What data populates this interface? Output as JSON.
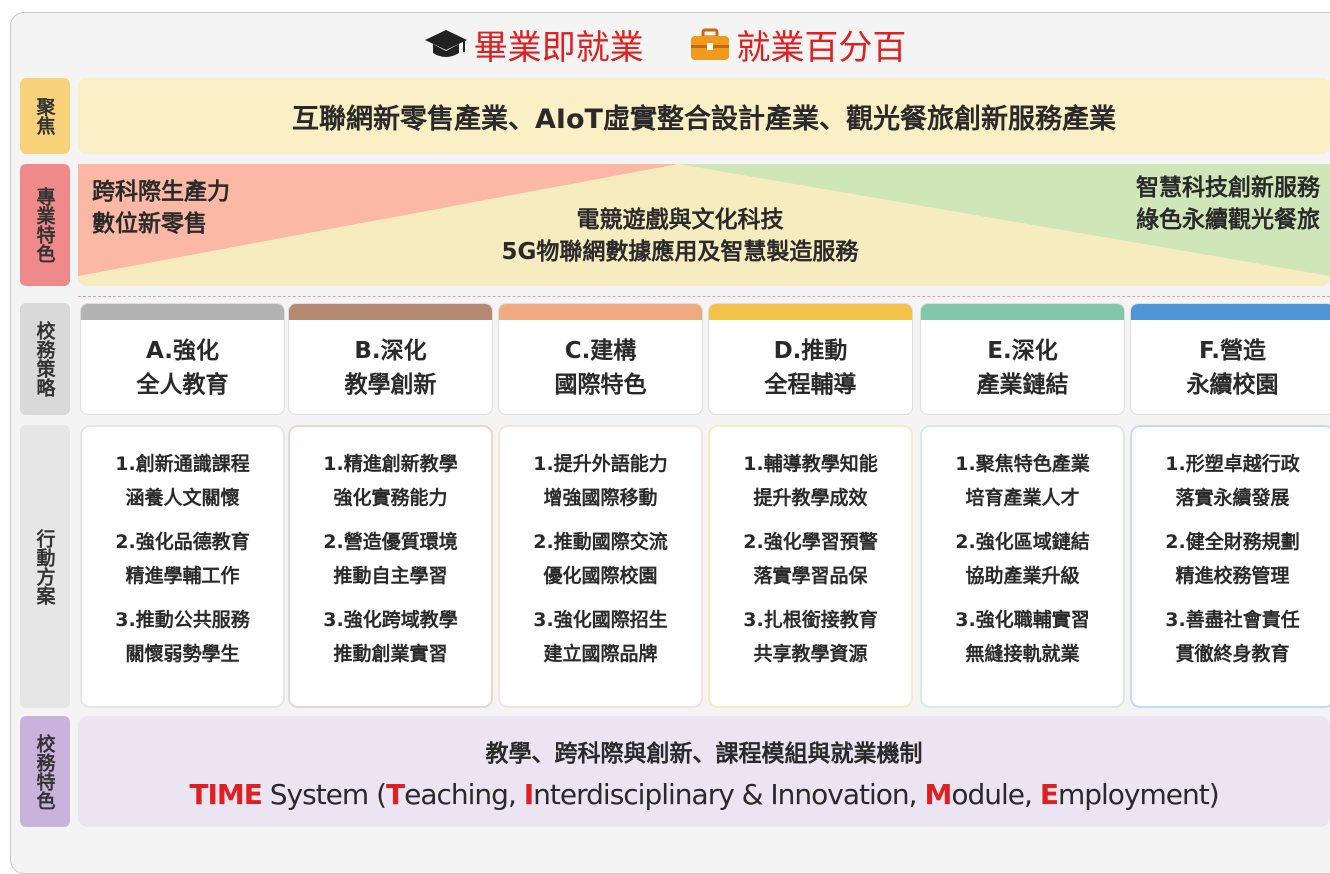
{
  "header": {
    "left": "畢業即就業",
    "right": "就業百分百"
  },
  "focus": {
    "label": "聚焦",
    "text": "互聯網新零售產業、AIoT虛實整合設計產業、觀光餐旅創新服務產業"
  },
  "features": {
    "label": "專業特色",
    "left_line1": "跨科際生產力",
    "left_line2": "數位新零售",
    "center_line1": "電競遊戲與文化科技",
    "center_line2": "5G物聯網數據應用及智慧製造服務",
    "right_line1": "智慧科技創新服務",
    "right_line2": "綠色永續觀光餐旅"
  },
  "strategy_label": "校務策略",
  "action_label": "行動方案",
  "columns": [
    {
      "title1": "A.強化",
      "title2": "全人教育",
      "color": "#b3b3b3",
      "items": [
        [
          "1.創新通識課程",
          "涵養人文關懷"
        ],
        [
          "2.強化品德教育",
          "精進學輔工作"
        ],
        [
          "3.推動公共服務",
          "關懷弱勢學生"
        ]
      ]
    },
    {
      "title1": "B.深化",
      "title2": "教學創新",
      "color": "#b58a73",
      "items": [
        [
          "1.精進創新教學",
          "強化實務能力"
        ],
        [
          "2.營造優質環境",
          "推動自主學習"
        ],
        [
          "3.強化跨域教學",
          "推動創業實習"
        ]
      ]
    },
    {
      "title1": "C.建構",
      "title2": "國際特色",
      "color": "#efaa80",
      "items": [
        [
          "1.提升外語能力",
          "增強國際移動"
        ],
        [
          "2.推動國際交流",
          "優化國際校園"
        ],
        [
          "3.強化國際招生",
          "建立國際品牌"
        ]
      ]
    },
    {
      "title1": "D.推動",
      "title2": "全程輔導",
      "color": "#f2c24a",
      "items": [
        [
          "1.輔導教學知能",
          "提升教學成效"
        ],
        [
          "2.強化學習預警",
          "落實學習品保"
        ],
        [
          "3.扎根銜接教育",
          "共享教學資源"
        ]
      ]
    },
    {
      "title1": "E.深化",
      "title2": "產業鏈結",
      "color": "#84c7a8",
      "items": [
        [
          "1.聚焦特色產業",
          "培育產業人才"
        ],
        [
          "2.強化區域鏈結",
          "協助產業升級"
        ],
        [
          "3.強化職輔實習",
          "無縫接軌就業"
        ]
      ]
    },
    {
      "title1": "F.營造",
      "title2": "永續校園",
      "color": "#4f96d6",
      "items": [
        [
          "1.形塑卓越行政",
          "落實永續發展"
        ],
        [
          "2.健全財務規劃",
          "精進校務管理"
        ],
        [
          "3.善盡社會責任",
          "貫徹終身教育"
        ]
      ]
    }
  ],
  "time": {
    "label": "校務特色",
    "line1": "教學、跨科際與創新、課程模組與就業機制",
    "acronym": "TIME",
    "system": " System (",
    "t_letter": "T",
    "t_rest": "eaching, ",
    "i_letter": "I",
    "i_rest": "nterdisciplinary & Innovation, ",
    "m_letter": "M",
    "m_rest": "odule, ",
    "e_letter": "E",
    "e_rest": "mployment)"
  },
  "colors": {
    "focus_bg": "#fbefc6",
    "focus_label": "#f7d27a",
    "feature_label": "#f08a8a",
    "feature_left": "#fbb8a4",
    "feature_right": "#cfe6b9",
    "feature_center": "#f6ecc0",
    "strategy_label": "#d9d9d9",
    "action_label": "#e6e6e6",
    "time_label": "#c9b3dc",
    "accent_red": "#e02020"
  }
}
